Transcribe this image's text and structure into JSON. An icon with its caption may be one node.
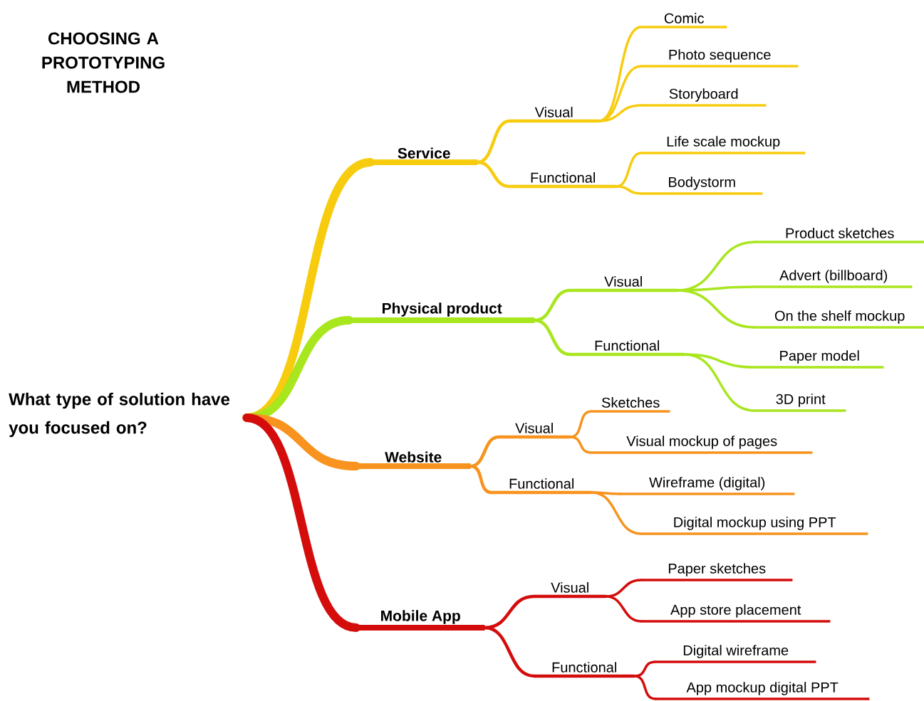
{
  "diagram": {
    "title": "CHOOSING A PROTOTYPING METHOD",
    "nodes": [
      {
        "text": [
          "What type of solution have you focused on?"
        ]
      },
      {
        "text": [
          "Service"
        ]
      },
      {
        "text": [
          "Visual"
        ]
      },
      {
        "text": [
          "Comic"
        ]
      },
      {
        "text": [
          "Photo sequence"
        ]
      },
      {
        "text": [
          "Storyboard"
        ]
      },
      {
        "text": [
          "Functional"
        ]
      },
      {
        "text": [
          "Life scale mockup"
        ]
      },
      {
        "text": [
          "Bodystorm"
        ]
      },
      {
        "text": [
          "Physical product"
        ]
      },
      {
        "text": [
          "Visual"
        ]
      },
      {
        "text": [
          "Product sketches"
        ]
      },
      {
        "text": [
          "Advert (billboard)"
        ]
      },
      {
        "text": [
          "On the shelf mockup"
        ]
      },
      {
        "text": [
          "Functional"
        ]
      },
      {
        "text": [
          "Paper model"
        ]
      },
      {
        "text": [
          "3D print"
        ]
      },
      {
        "text": [
          "Website"
        ]
      },
      {
        "text": [
          "Visual"
        ]
      },
      {
        "text": [
          "Sketches"
        ]
      },
      {
        "text": [
          "Visual mockup of pages"
        ]
      },
      {
        "text": [
          "Functional"
        ]
      },
      {
        "text": [
          "Wireframe (digital)"
        ]
      },
      {
        "text": [
          "Digital mockup using PPT"
        ]
      },
      {
        "text": [
          "Mobile App"
        ]
      },
      {
        "text": [
          "Visual"
        ]
      },
      {
        "text": [
          "Paper sketches"
        ]
      },
      {
        "text": [
          "App store placement"
        ]
      },
      {
        "text": [
          "Functional"
        ]
      },
      {
        "text": [
          "Digital wireframe"
        ]
      },
      {
        "text": [
          "App mockup digital PPT"
        ]
      }
    ],
    "edges": [
      {
        "from": 0,
        "to": 1,
        "arrow": "none",
        "style": "thick",
        "color": "#f7cc0f"
      },
      {
        "from": 1,
        "to": 2,
        "arrow": "none",
        "color": "#f7cc0f"
      },
      {
        "from": 2,
        "to": 3,
        "arrow": "none",
        "color": "#f7cc0f"
      },
      {
        "from": 2,
        "to": 4,
        "arrow": "none",
        "color": "#f7cc0f"
      },
      {
        "from": 2,
        "to": 5,
        "arrow": "none",
        "color": "#f7cc0f"
      },
      {
        "from": 1,
        "to": 6,
        "arrow": "none",
        "color": "#f7cc0f"
      },
      {
        "from": 6,
        "to": 7,
        "arrow": "none",
        "color": "#f7cc0f"
      },
      {
        "from": 6,
        "to": 8,
        "arrow": "none",
        "color": "#f7cc0f"
      },
      {
        "from": 0,
        "to": 9,
        "arrow": "none",
        "style": "thick",
        "color": "#a8e61d"
      },
      {
        "from": 9,
        "to": 10,
        "arrow": "none",
        "color": "#a8e61d"
      },
      {
        "from": 10,
        "to": 11,
        "arrow": "none",
        "color": "#a8e61d"
      },
      {
        "from": 10,
        "to": 12,
        "arrow": "none",
        "color": "#a8e61d"
      },
      {
        "from": 10,
        "to": 13,
        "arrow": "none",
        "color": "#a8e61d"
      },
      {
        "from": 9,
        "to": 14,
        "arrow": "none",
        "color": "#a8e61d"
      },
      {
        "from": 14,
        "to": 15,
        "arrow": "none",
        "color": "#a8e61d"
      },
      {
        "from": 14,
        "to": 16,
        "arrow": "none",
        "color": "#a8e61d"
      },
      {
        "from": 0,
        "to": 17,
        "arrow": "none",
        "style": "thick",
        "color": "#f7931e"
      },
      {
        "from": 17,
        "to": 18,
        "arrow": "none",
        "color": "#f7931e"
      },
      {
        "from": 18,
        "to": 19,
        "arrow": "none",
        "color": "#f7931e"
      },
      {
        "from": 18,
        "to": 20,
        "arrow": "none",
        "color": "#f7931e"
      },
      {
        "from": 17,
        "to": 21,
        "arrow": "none",
        "color": "#f7931e"
      },
      {
        "from": 21,
        "to": 22,
        "arrow": "none",
        "color": "#f7931e"
      },
      {
        "from": 21,
        "to": 23,
        "arrow": "none",
        "color": "#f7931e"
      },
      {
        "from": 0,
        "to": 24,
        "arrow": "none",
        "style": "thick",
        "color": "#d40c0c"
      },
      {
        "from": 24,
        "to": 25,
        "arrow": "none",
        "color": "#d40c0c"
      },
      {
        "from": 25,
        "to": 26,
        "arrow": "none",
        "color": "#d40c0c"
      },
      {
        "from": 25,
        "to": 27,
        "arrow": "none",
        "color": "#d40c0c"
      },
      {
        "from": 24,
        "to": 28,
        "arrow": "none",
        "color": "#d40c0c"
      },
      {
        "from": 28,
        "to": 29,
        "arrow": "none",
        "color": "#d40c0c"
      },
      {
        "from": 28,
        "to": 30,
        "arrow": "none",
        "color": "#d40c0c"
      }
    ]
  }
}
